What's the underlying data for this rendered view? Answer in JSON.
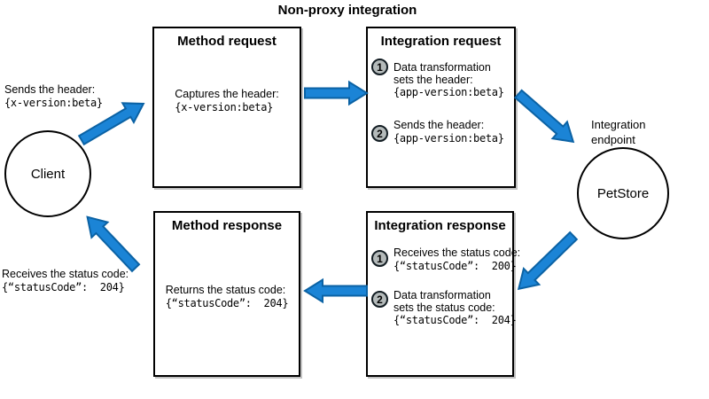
{
  "title": "Non-proxy integration",
  "colors": {
    "arrow_fill": "#1b84d6",
    "arrow_stroke": "#0b62a4",
    "badge_fill": "#b4baba",
    "badge_stroke": "#121c22"
  },
  "client": {
    "label": "Client",
    "request_note": [
      "Sends the header:",
      "{x-version:beta}"
    ],
    "response_note": [
      "Receives the status code:",
      "{“statusCode”:  204}"
    ]
  },
  "endpoint": {
    "label": "PetStore",
    "caption": [
      "Integration",
      "endpoint"
    ]
  },
  "boxes": {
    "method_request": {
      "title": "Method request",
      "body": [
        "Captures the header:",
        "{x-version:beta}"
      ]
    },
    "integration_request": {
      "title": "Integration request",
      "steps": [
        {
          "num": "1",
          "lines": [
            "Data transformation",
            "sets the header:",
            "{app-version:beta}"
          ]
        },
        {
          "num": "2",
          "lines": [
            "Sends the header:",
            "{app-version:beta}"
          ]
        }
      ]
    },
    "method_response": {
      "title": "Method response",
      "body": [
        "Returns the status code:",
        "{“statusCode”:  204}"
      ]
    },
    "integration_response": {
      "title": "Integration response",
      "steps": [
        {
          "num": "1",
          "lines": [
            "Receives the status code:",
            "{“statusCode”:  200}"
          ]
        },
        {
          "num": "2",
          "lines": [
            "Data transformation",
            "sets the status code:",
            "{“statusCode”:  204}"
          ]
        }
      ]
    }
  }
}
